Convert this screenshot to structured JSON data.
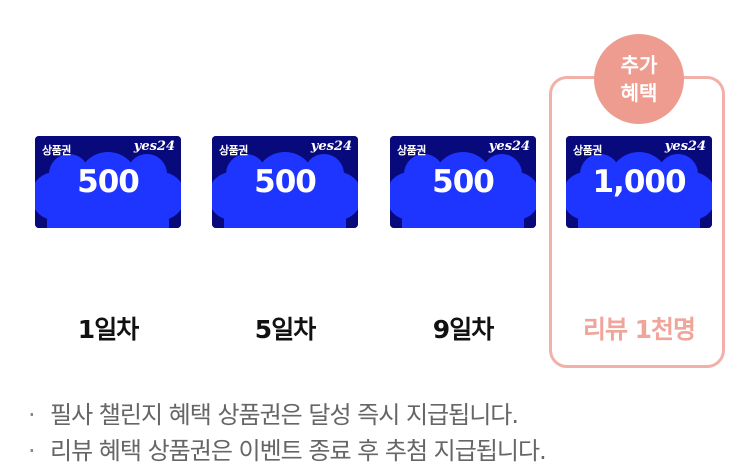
{
  "vouchers": [
    {
      "label": "상품권",
      "brand": "yes24",
      "amount": "500",
      "day": "1일차"
    },
    {
      "label": "상품권",
      "brand": "yes24",
      "amount": "500",
      "day": "5일차"
    },
    {
      "label": "상품권",
      "brand": "yes24",
      "amount": "500",
      "day": "9일차"
    },
    {
      "label": "상품권",
      "brand": "yes24",
      "amount": "1,000",
      "day": "리뷰 1천명"
    }
  ],
  "bonus": {
    "line1": "추가",
    "line2": "혜택"
  },
  "notes": [
    "필사 챌린지 혜택 상품권은 달성 즉시 지급됩니다.",
    "리뷰 혜택 상품권은 이벤트 종료 후 추첨 지급됩니다."
  ],
  "colors": {
    "voucher_bg": "#080a7c",
    "voucher_cloud": "#1d35ff",
    "accent": "#ee9c90"
  }
}
